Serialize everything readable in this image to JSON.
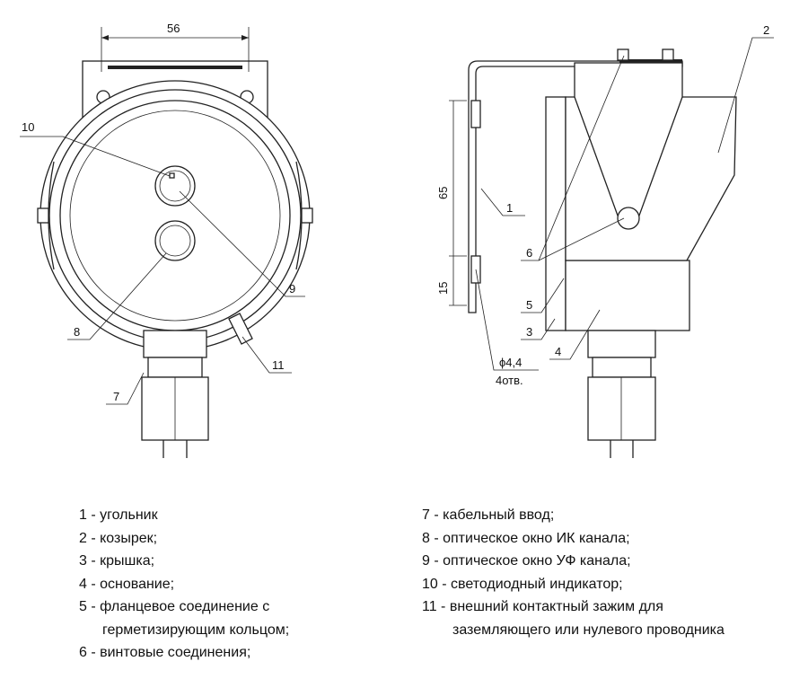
{
  "dimensions": {
    "width_56": "56",
    "height_65": "65",
    "height_15": "15",
    "hole_diameter": "ϕ4,4",
    "hole_count": "4отв."
  },
  "callouts": {
    "c1": "1",
    "c2": "2",
    "c3": "3",
    "c4": "4",
    "c5": "5",
    "c6": "6",
    "c7": "7",
    "c8": "8",
    "c9": "9",
    "c10": "10",
    "c11": "11"
  },
  "legend": {
    "left": [
      "1 - угольник",
      "2 - козырек;",
      "3 - крышка;",
      "4 - основание;",
      "5 - фланцевое соединение с",
      "герметизирующим кольцом;",
      "6 - винтовые соединения;"
    ],
    "right": [
      "7 - кабельный ввод;",
      "8 - оптическое окно ИК канала;",
      "9 - оптическое окно УФ канала;",
      "10 - светодиодный индикатор;",
      "11 - внешний контактный зажим для",
      "заземляющего или нулевого проводника"
    ]
  }
}
